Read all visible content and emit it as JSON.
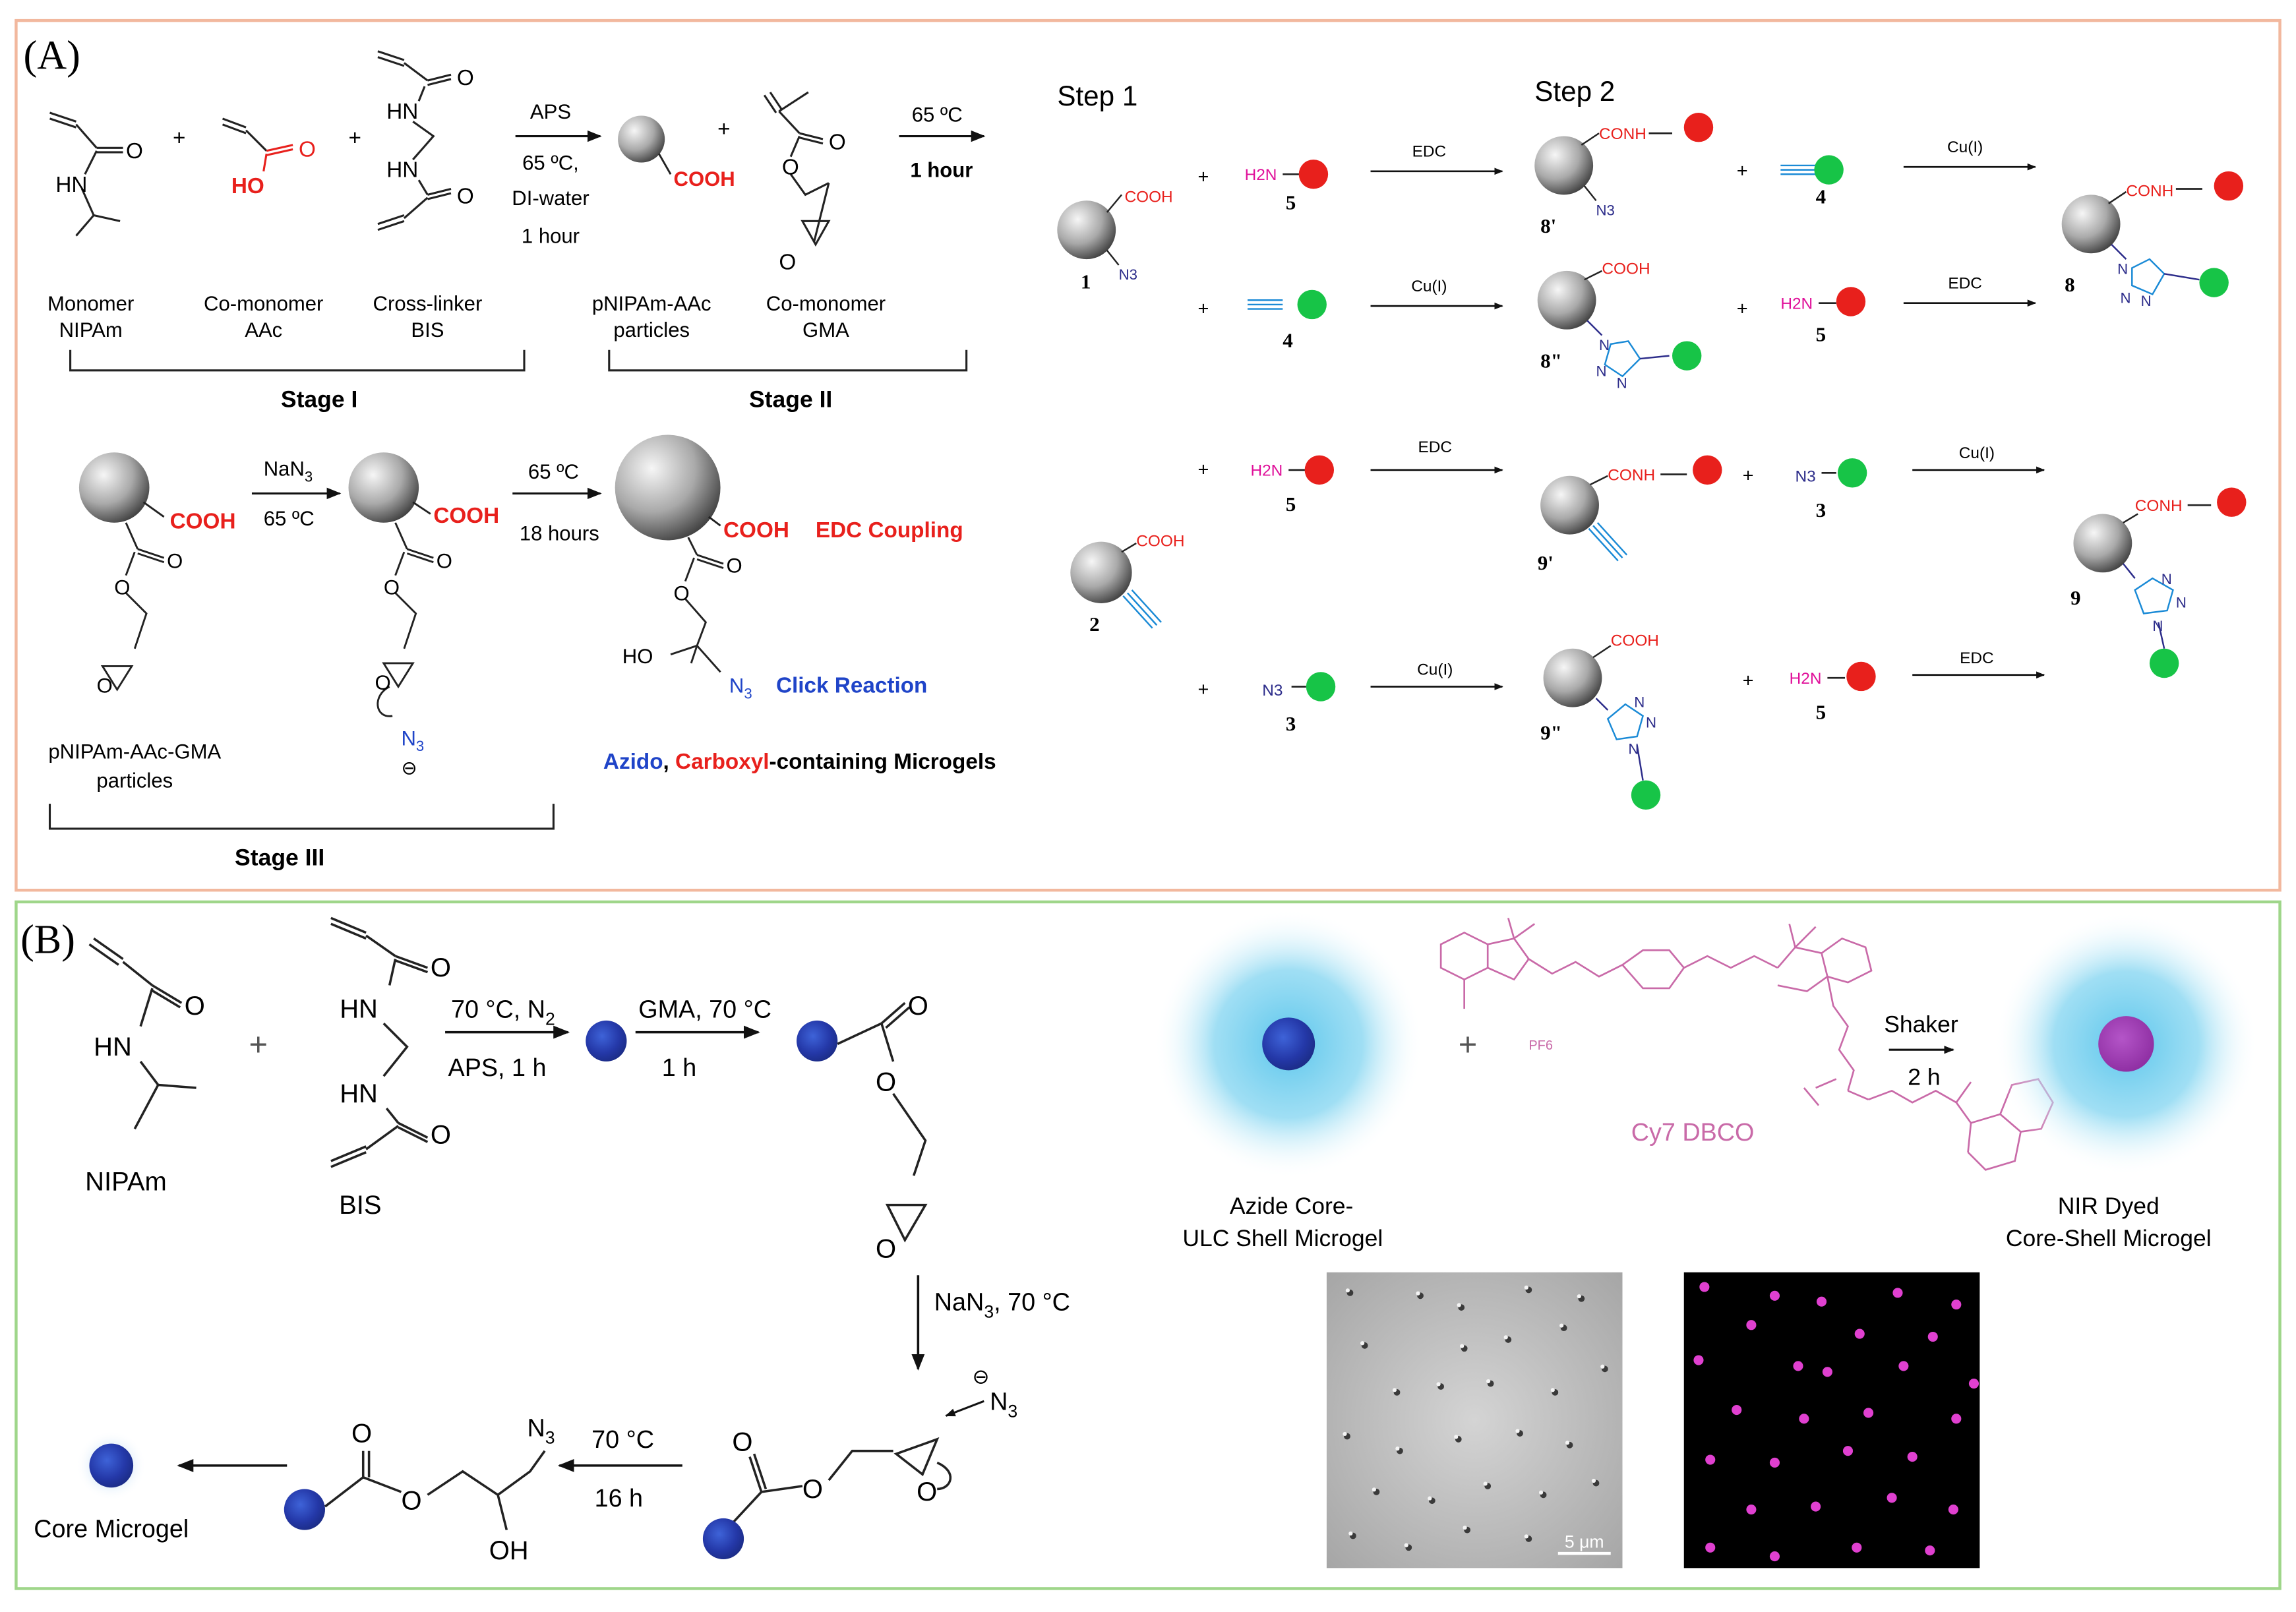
{
  "colors": {
    "panel_a_border": "#f2b89e",
    "panel_b_border": "#9fd68a",
    "red": "#e8201c",
    "blue": "#1f44c8",
    "magenta": "#e0109a",
    "green": "#17c447",
    "cy7": "#c96aa8",
    "nanosphere_dark": "#1c2f9e",
    "halo": "#7fd6f0"
  },
  "panel_a": {
    "label": "(A)",
    "stage1": {
      "monomer_label": "Monomer",
      "monomer_name": "NIPAm",
      "comonomer_label": "Co-monomer",
      "comonomer_name": "AAc",
      "crosslinker_label": "Cross-linker",
      "crosslinker_name": "BIS",
      "hn": "HN",
      "o": "O",
      "ho": "HO",
      "plus": "+",
      "cond1": "APS",
      "cond2": "65 ºC,",
      "cond3": "DI-water",
      "cond4": "1 hour",
      "title": "Stage I"
    },
    "stage2": {
      "cooh": "COOH",
      "particle_label": "pNIPAm-AAc",
      "particle_label2": "particles",
      "gma_label": "Co-monomer",
      "gma_name": "GMA",
      "cond1": "65 ºC",
      "cond2": "1 hour",
      "title": "Stage II"
    },
    "stage3": {
      "cooh": "COOH",
      "reagent": "NaN3",
      "reagent_base": "NaN",
      "reagent_sub": "3",
      "cond_a": "65 ºC",
      "cond_b1": "65 ºC",
      "cond_b2": "18 hours",
      "n3": "N",
      "n3_sub": "3",
      "minus": "⊖",
      "ho": "HO",
      "edc_label": "EDC Coupling",
      "click_label": "Click Reaction",
      "product_azido": "Azido",
      "product_comma": ", ",
      "product_carboxyl": "Carboxyl",
      "product_rest": "-containing Microgels",
      "particle_label": "pNIPAm-AAc-GMA",
      "particle_label2": "particles",
      "title": "Stage III"
    },
    "scheme": {
      "step1": "Step 1",
      "step2": "Step 2",
      "cooh": "COOH",
      "conh": "CONH",
      "n3": "N3",
      "h2n": "H2N",
      "edc": "EDC",
      "cu": "Cu(I)",
      "plus": "+",
      "n_atom": "N",
      "compounds": [
        "1",
        "2",
        "3",
        "4",
        "5",
        "8'",
        "8\"",
        "8",
        "9'",
        "9\"",
        "9"
      ]
    }
  },
  "panel_b": {
    "label": "(B)",
    "nipam": "NIPAm",
    "bis": "BIS",
    "hn": "HN",
    "o": "O",
    "oh": "OH",
    "plus": "+",
    "cond1a": "70 °C, N",
    "cond1a_sub": "2",
    "cond1b": "APS, 1 h",
    "cond2a": "GMA, 70 °C",
    "cond2b": "1 h",
    "cond3": "NaN",
    "cond3_sub": "3",
    "cond3_rest": ", 70 °C",
    "n3": "N",
    "n3_sub": "3",
    "minus": "⊖",
    "cond4a": "70 °C",
    "cond4b": "16 h",
    "core_label": "Core Microgel",
    "azide_label1": "Azide Core-",
    "azide_label2": "ULC Shell Microgel",
    "dye_name": "Cy7 DBCO",
    "pf6": "PF6",
    "shaker1": "Shaker",
    "shaker2": "2 h",
    "nir_label1": "NIR Dyed",
    "nir_label2": "Core-Shell Microgel",
    "scale_bar": "5 μm"
  }
}
